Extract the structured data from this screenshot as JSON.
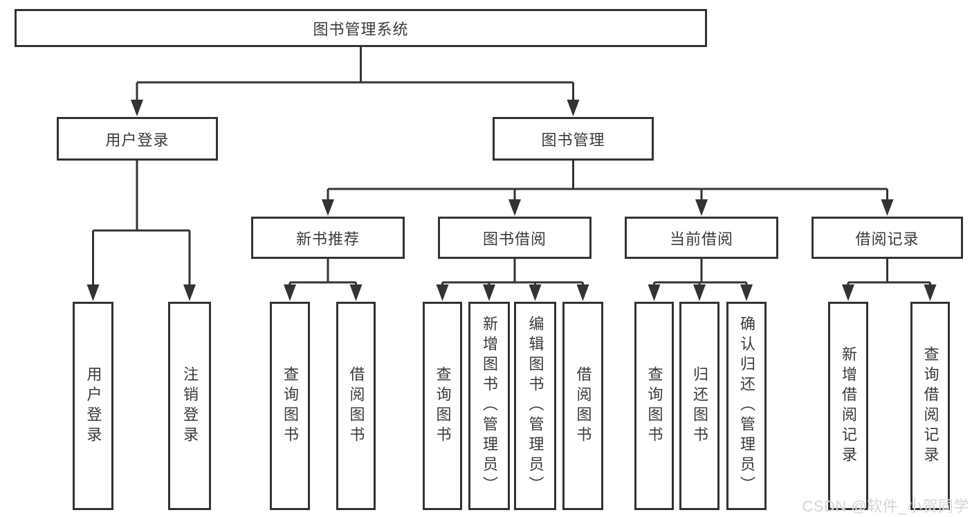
{
  "watermark": {
    "text": "CSDN @软件_小贺同学"
  },
  "colors": {
    "line": "#333333",
    "box_border": "#333333",
    "text": "#3a3a3a",
    "background": "#ffffff",
    "watermark": "#d6d6d6"
  },
  "diagram_type": "hierarchy-tree",
  "tree": {
    "label": "图书管理系统",
    "children": [
      {
        "label": "用户登录",
        "children": [
          {
            "label": "用户登录"
          },
          {
            "label": "注销登录"
          }
        ]
      },
      {
        "label": "图书管理",
        "children": [
          {
            "label": "新书推荐",
            "children": [
              {
                "label": "查询图书"
              },
              {
                "label": "借阅图书"
              }
            ]
          },
          {
            "label": "图书借阅",
            "children": [
              {
                "label": "查询图书"
              },
              {
                "label": "新增图书（管理员）"
              },
              {
                "label": "编辑图书（管理员）"
              },
              {
                "label": "借阅图书"
              }
            ]
          },
          {
            "label": "当前借阅",
            "children": [
              {
                "label": "查询图书"
              },
              {
                "label": "归还图书"
              },
              {
                "label": "确认归还（管理员）"
              }
            ]
          },
          {
            "label": "借阅记录",
            "children": [
              {
                "label": "新增借阅记录"
              },
              {
                "label": "查询借阅记录"
              }
            ]
          }
        ]
      }
    ]
  }
}
